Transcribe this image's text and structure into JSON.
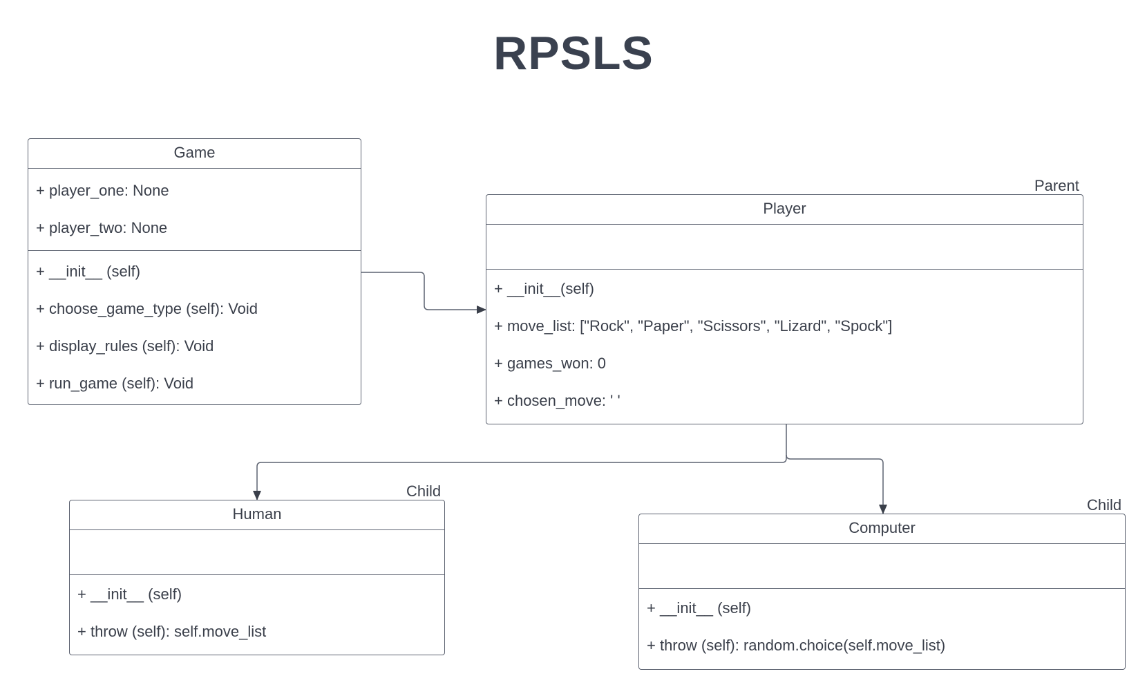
{
  "title": "RPSLS",
  "classes": {
    "game": {
      "name": "Game",
      "attributes": [
        "+ player_one: None",
        "+ player_two: None"
      ],
      "methods": [
        "+ __init__ (self)",
        "+ choose_game_type (self): Void",
        "+ display_rules (self): Void",
        "+ run_game (self): Void"
      ]
    },
    "player": {
      "name": "Player",
      "stereotype": "Parent",
      "methods": [
        "+ __init__(self)",
        "+ move_list: [\"Rock\", \"Paper\", \"Scissors\", \"Lizard\", \"Spock\"]",
        "+ games_won: 0",
        "+ chosen_move: ' '"
      ]
    },
    "human": {
      "name": "Human",
      "stereotype": "Child",
      "methods": [
        "+ __init__ (self)",
        "+ throw (self): self.move_list"
      ]
    },
    "computer": {
      "name": "Computer",
      "stereotype": "Child",
      "methods": [
        "+ __init__ (self)",
        "+ throw (self):  random.choice(self.move_list)"
      ]
    }
  },
  "colors": {
    "line": "#5c6270",
    "text": "#3a3f4a",
    "title": "#3a414f"
  }
}
